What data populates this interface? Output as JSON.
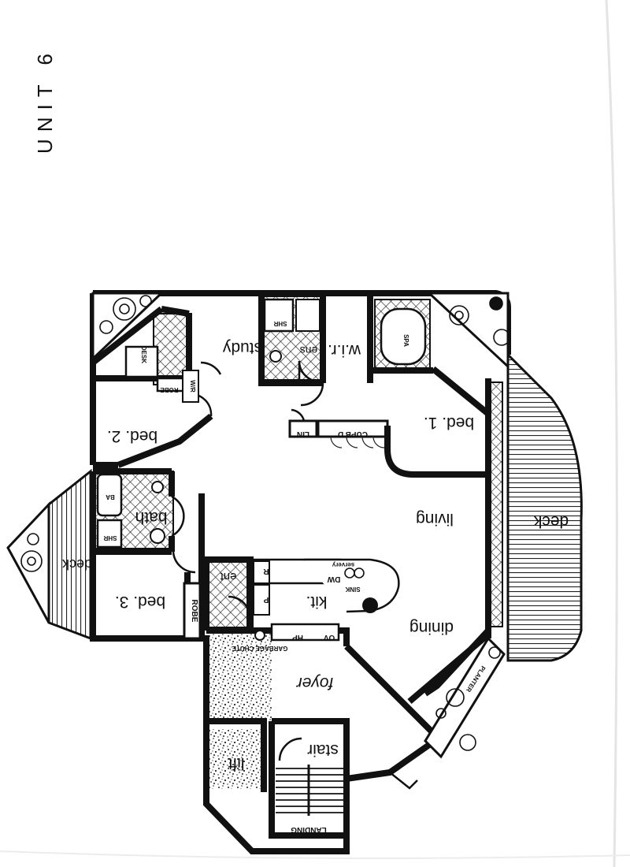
{
  "page": {
    "title": "UNIT 6"
  },
  "rooms": {
    "study": "study",
    "ens": "ens",
    "wir": "w.i.r.",
    "bed1": "bed. 1.",
    "bed2": "bed. 2.",
    "bed3": "bed. 3.",
    "bath": "bath",
    "living": "living",
    "dining": "dining",
    "kit": "kit.",
    "ent": "ent",
    "foyer": "foyer",
    "stair": "stair",
    "lift": "lift",
    "deck_main": "deck",
    "deck_small": "deck"
  },
  "fixtures": {
    "desk": "DESK",
    "robe_bed2": "ROBE",
    "wir_small": "W/R",
    "shr_ens": "SHR",
    "shr_bath": "SHR",
    "spa": "SPA",
    "ba": "BA",
    "lin": "LIN",
    "cupbd": "CUPB'D",
    "robe_bed3": "ROBE",
    "r": "R",
    "p": "P",
    "servery": "servery",
    "dw": "DW",
    "sink": "SINK",
    "hp": "HP",
    "ov": "OV",
    "garbage_chute": "GARBAGE CHUTE",
    "planter": "PLANTER",
    "landing": "LANDING"
  }
}
